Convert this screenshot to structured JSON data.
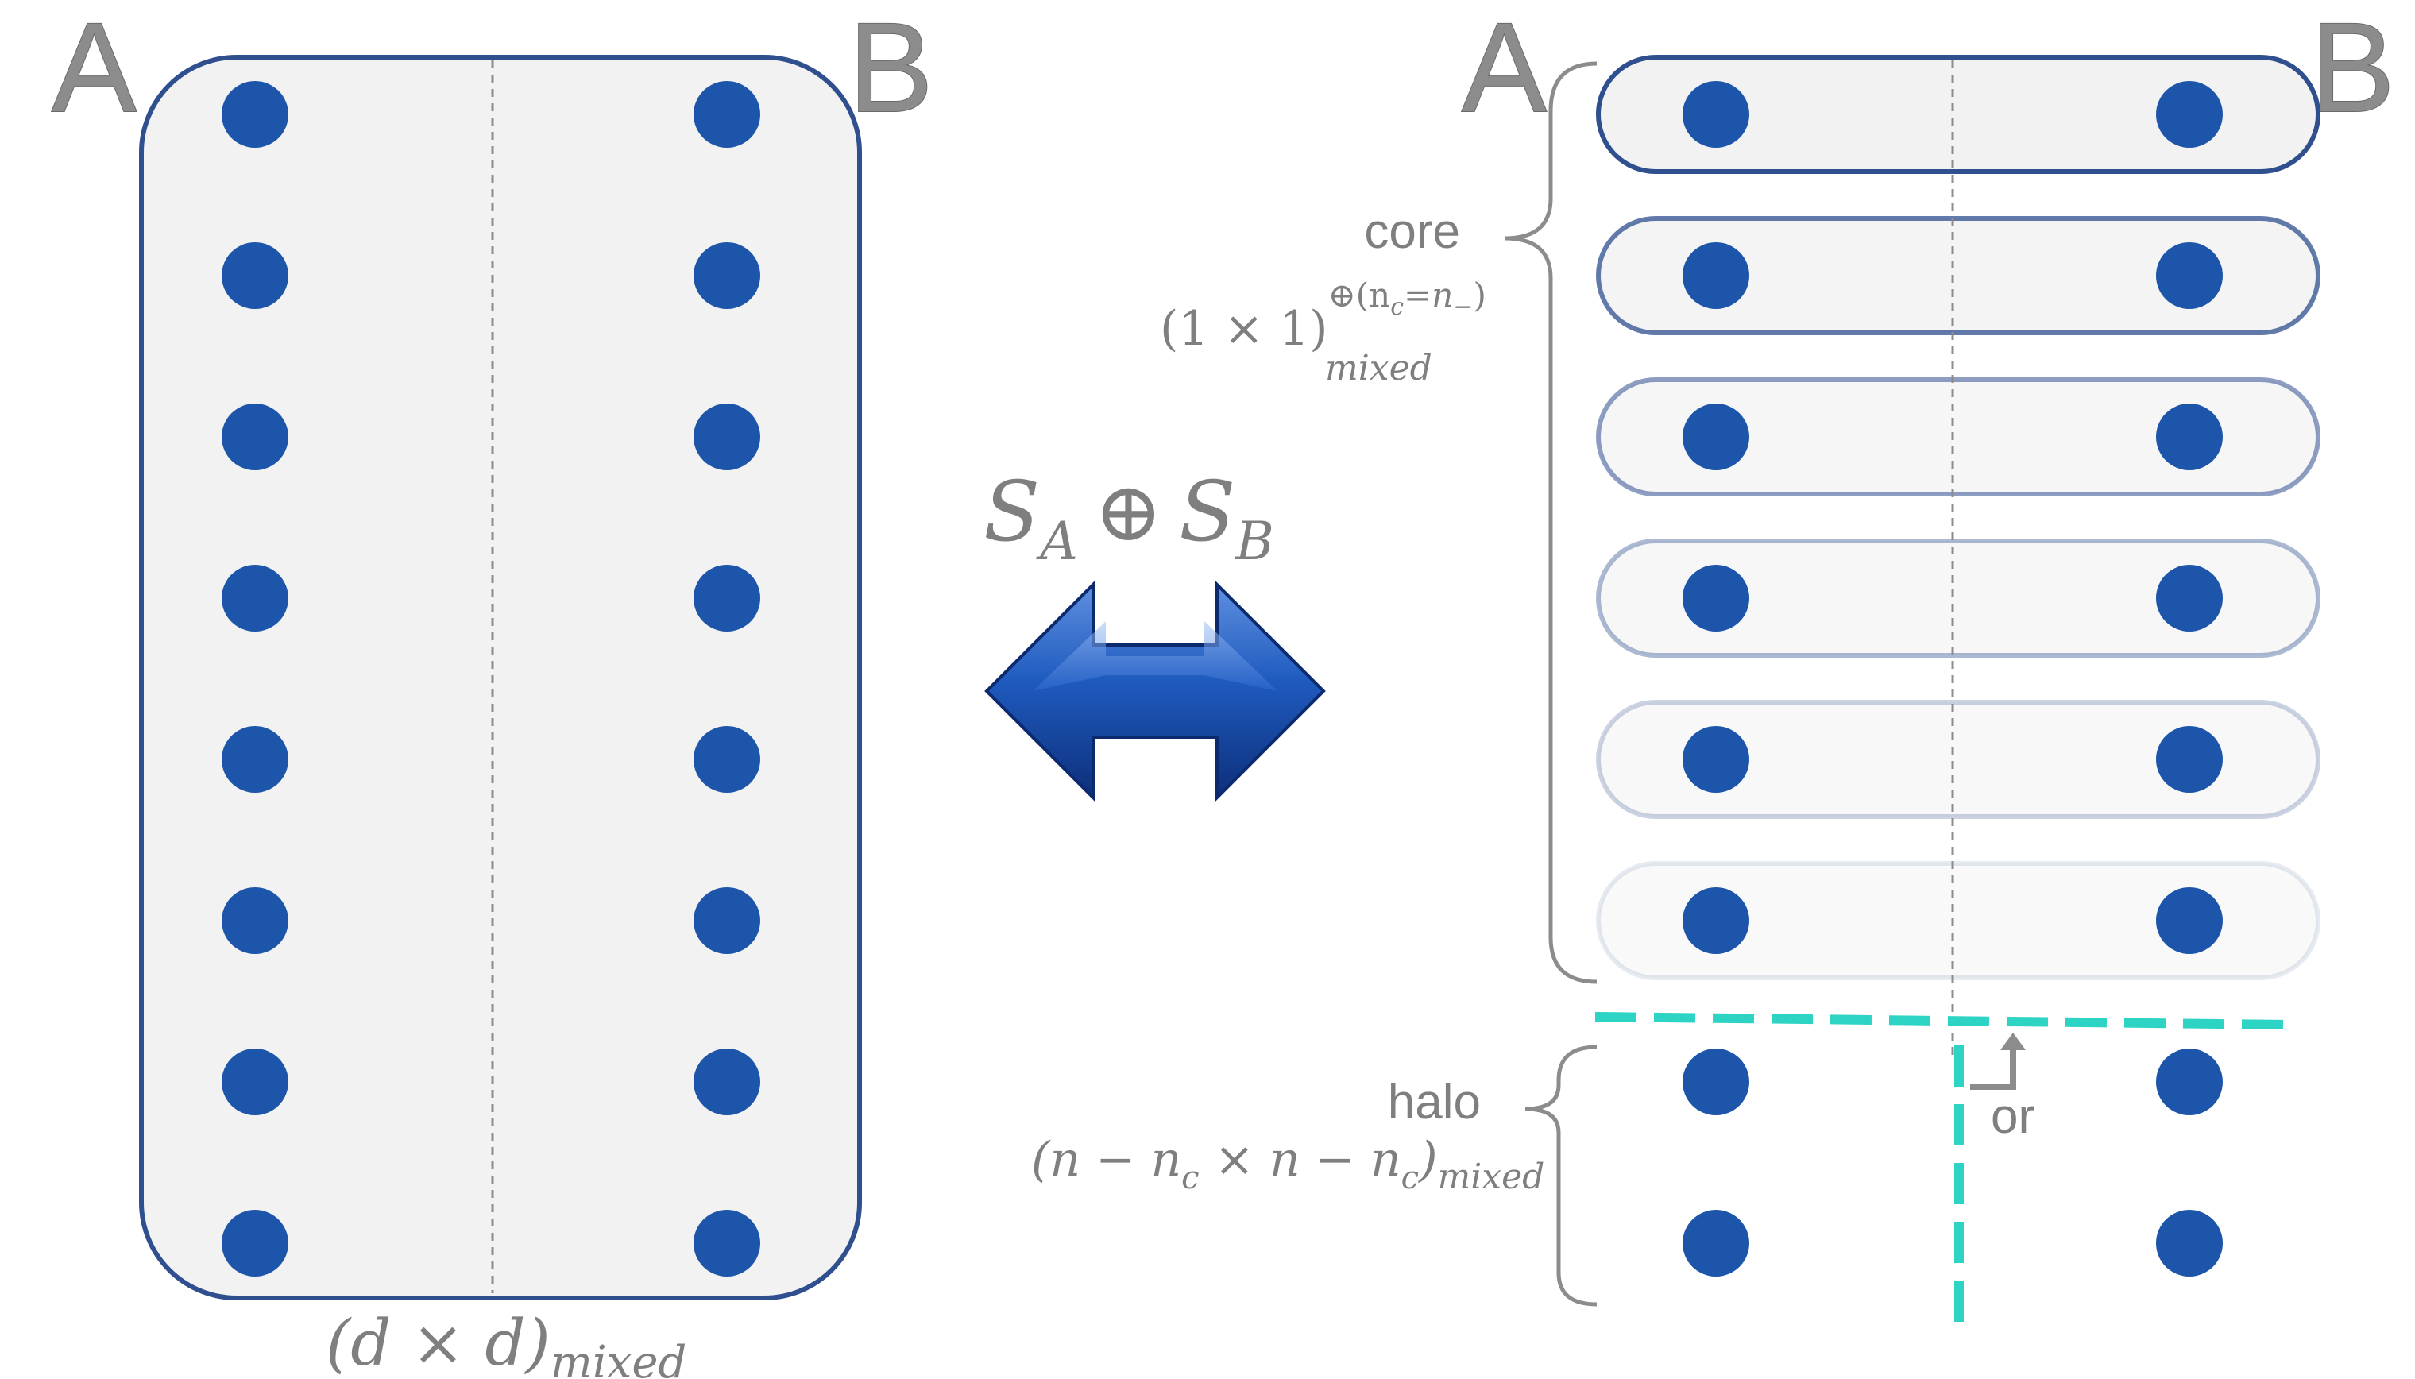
{
  "colors": {
    "dot": "#1c55aa",
    "box_stroke": "#2f4f8f",
    "box_fill": "#f2f2f2",
    "cyan_dashed": "#2dd4c4",
    "label_gray": "#7f7f7f",
    "arrow_blue": "#1f5bbf"
  },
  "left_panel": {
    "letter_a": "A",
    "letter_b": "B",
    "caption_base": "(d × d)",
    "caption_sub": "mixed",
    "rows": 8
  },
  "middle": {
    "operator_s": "S",
    "operator_sub_a": "A",
    "operator_oplus": "⊕",
    "operator_sub_b": "B",
    "arrow_icon": "double-headed-arrow-icon"
  },
  "right_panel": {
    "letter_a": "A",
    "letter_b": "B",
    "core_label": "core",
    "core_formula_base": "(1 × 1)",
    "core_formula_sup": "⊕(n",
    "core_formula_sup_c": "c",
    "core_formula_sup_rest": "=n",
    "core_formula_sup_minus": "−",
    "core_formula_sup_close": ")",
    "core_formula_sub": "mixed",
    "core_rows": 6,
    "halo_label": "halo",
    "halo_formula_open": "(n − n",
    "halo_formula_c1": "c",
    "halo_formula_mid": " × n − n",
    "halo_formula_c2": "c",
    "halo_formula_close": ")",
    "halo_formula_sub": "mixed",
    "halo_rows": 2,
    "or_label": "or",
    "or_icon": "turn-arrow-icon"
  }
}
